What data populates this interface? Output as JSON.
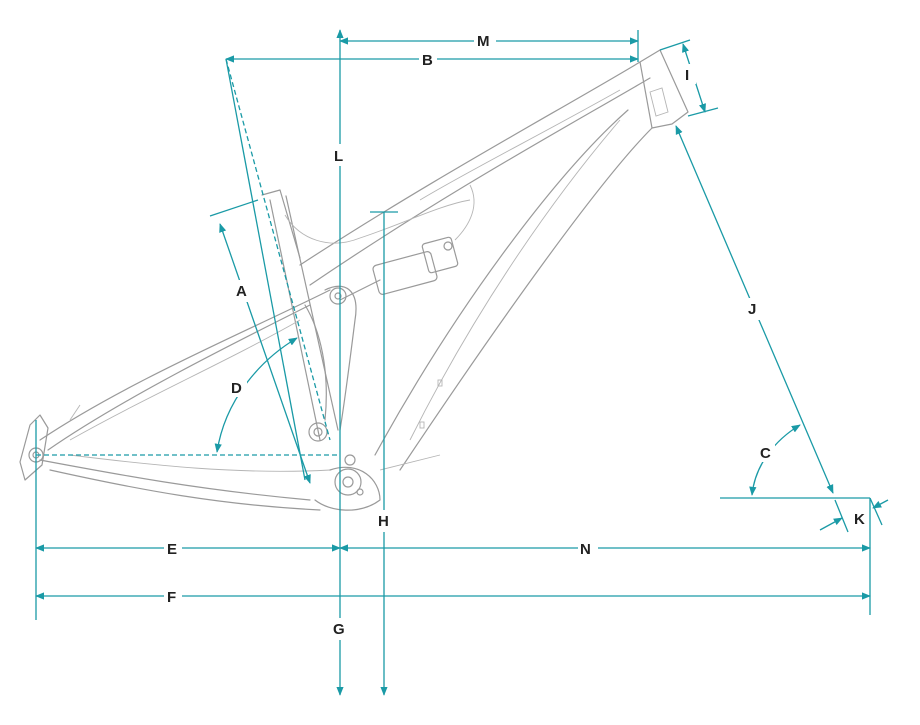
{
  "colors": {
    "dimension": "#1a9aa6",
    "frame": "#9a9a9a",
    "label": "#222222"
  },
  "labels": {
    "A": "A",
    "B": "B",
    "C": "C",
    "D": "D",
    "E": "E",
    "F": "F",
    "G": "G",
    "H": "H",
    "I": "I",
    "J": "J",
    "K": "K",
    "L": "L",
    "M": "M",
    "N": "N"
  }
}
